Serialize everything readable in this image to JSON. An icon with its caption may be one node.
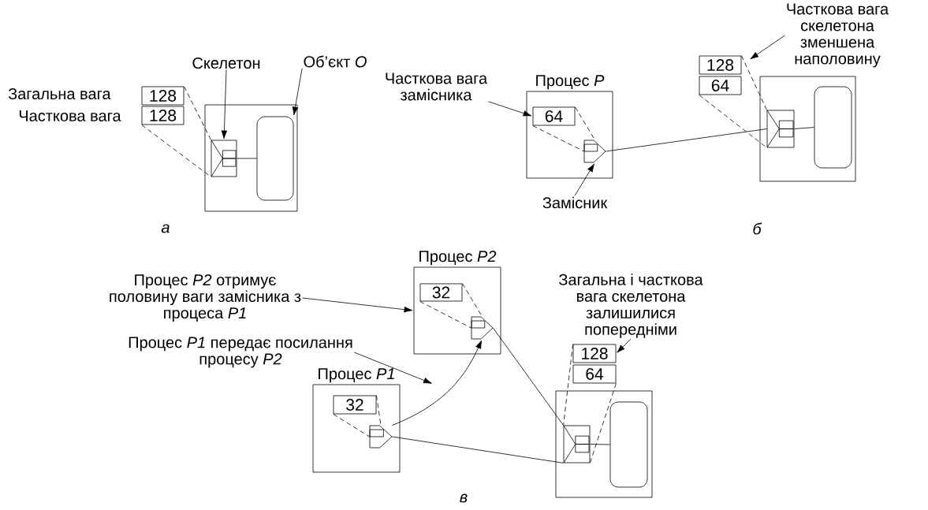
{
  "diagram": {
    "nodes": [
      {
        "text": [],
        "shape": "box"
      },
      {
        "text": [],
        "shape": "box",
        "in": 0
      },
      {
        "text": [],
        "shape": "box",
        "in": 0
      },
      {
        "text": [
          "128"
        ]
      },
      {
        "text": [
          "128"
        ]
      },
      {
        "text": [
          "Скелетон"
        ]
      },
      {
        "text": [
          "Об’єкт *O*"
        ]
      },
      {
        "text": [
          "Процес *P*"
        ]
      },
      {
        "text": [
          "64"
        ],
        "in": 7
      },
      {
        "text": [],
        "shape": "pentagon",
        "in": 7
      },
      {
        "text": [
          "Часткова вага замісника"
        ]
      },
      {
        "text": [
          "Замісник"
        ]
      },
      {
        "text": [],
        "shape": "box"
      },
      {
        "text": [],
        "shape": "box",
        "in": 12
      },
      {
        "text": [],
        "shape": "box",
        "in": 12
      },
      {
        "text": [
          "128"
        ]
      },
      {
        "text": [
          "64"
        ]
      },
      {
        "text": [
          "Часткова вага скелетона зменшена наполовину"
        ]
      },
      {
        "text": [
          "Процес *P2*"
        ]
      },
      {
        "text": [
          "32"
        ],
        "in": 18
      },
      {
        "text": [],
        "shape": "pentagon",
        "in": 18
      },
      {
        "text": [
          "Процес *P2* отримує половину ваги замісника з процеса *P1*"
        ]
      },
      {
        "text": [
          "Процес *P1* передає посилання процесу *P2*"
        ]
      },
      {
        "text": [
          "Процес *P1*"
        ]
      },
      {
        "text": [
          "32"
        ],
        "in": 23
      },
      {
        "text": [],
        "shape": "pentagon",
        "in": 23
      },
      {
        "text": [],
        "shape": "box"
      },
      {
        "text": [],
        "shape": "box",
        "in": 26
      },
      {
        "text": [],
        "shape": "box",
        "in": 26
      },
      {
        "text": [
          "128"
        ]
      },
      {
        "text": [
          "64"
        ]
      },
      {
        "text": [
          "Загальна і часткова вага скелетона залишилися попередніми"
        ]
      }
    ],
    "edges": [
      {
        "from": 5,
        "to": 1,
        "arrow": "to"
      },
      {
        "from": 6,
        "to": 2,
        "arrow": "to"
      },
      {
        "from": 3,
        "to": 1,
        "arrow": "none",
        "style": "dashed"
      },
      {
        "from": 4,
        "to": 1,
        "arrow": "none",
        "style": "dashed"
      },
      {
        "from": 1,
        "to": 2,
        "arrow": "none"
      },
      {
        "from": 10,
        "to": 8,
        "arrow": "to"
      },
      {
        "from": 11,
        "to": 9,
        "arrow": "to"
      },
      {
        "from": 8,
        "to": 9,
        "arrow": "none",
        "style": "dashed"
      },
      {
        "from": 8,
        "to": 9,
        "arrow": "none",
        "style": "dashed"
      },
      {
        "from": 9,
        "to": 13,
        "arrow": "none"
      },
      {
        "from": 15,
        "to": 13,
        "arrow": "none",
        "style": "dashed"
      },
      {
        "from": 16,
        "to": 13,
        "arrow": "none",
        "style": "dashed"
      },
      {
        "from": 13,
        "to": 14,
        "arrow": "none"
      },
      {
        "from": 17,
        "to": 15,
        "arrow": "to"
      },
      {
        "from": 21,
        "to": 18,
        "arrow": "to"
      },
      {
        "from": 22,
        "to": null,
        "arrow": "to"
      },
      {
        "from": 25,
        "to": 20,
        "arrow": "to"
      },
      {
        "from": 19,
        "to": 20,
        "arrow": "none",
        "style": "dashed"
      },
      {
        "from": 19,
        "to": 20,
        "arrow": "none",
        "style": "dashed"
      },
      {
        "from": 20,
        "to": 27,
        "arrow": "none"
      },
      {
        "from": 24,
        "to": 25,
        "arrow": "none",
        "style": "dashed"
      },
      {
        "from": 24,
        "to": 25,
        "arrow": "none",
        "style": "dashed"
      },
      {
        "from": 25,
        "to": 27,
        "arrow": "none"
      },
      {
        "from": 29,
        "to": 27,
        "arrow": "none",
        "style": "dashed"
      },
      {
        "from": 30,
        "to": 27,
        "arrow": "none",
        "style": "dashed"
      },
      {
        "from": 27,
        "to": 28,
        "arrow": "none"
      },
      {
        "from": 31,
        "to": 29,
        "arrow": "to"
      }
    ],
    "labels": [
      "Загальна вага",
      "Часткова вага",
      "а",
      "б",
      "в"
    ]
  }
}
